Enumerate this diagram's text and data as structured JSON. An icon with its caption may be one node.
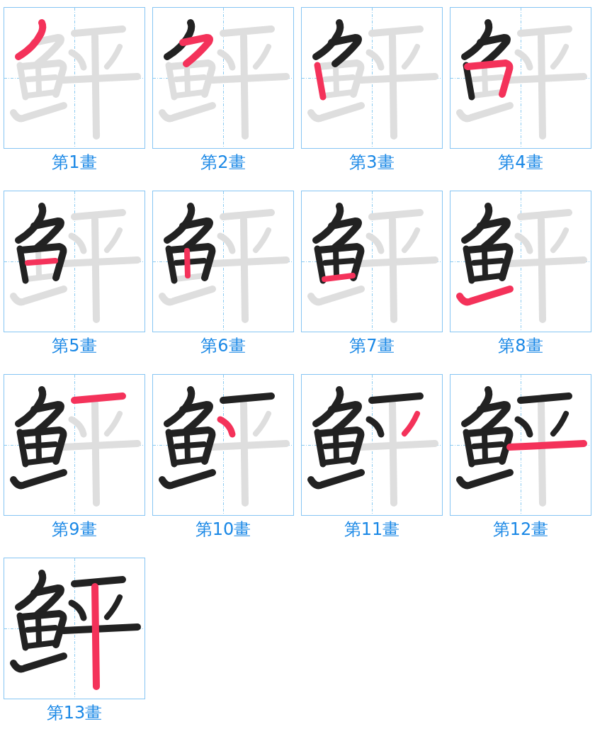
{
  "diagram": {
    "nodes": [
      {
        "text": [
          "第1畫"
        ]
      },
      {
        "text": [
          "第2畫"
        ]
      },
      {
        "text": [
          "第3畫"
        ]
      },
      {
        "text": [
          "第4畫"
        ]
      },
      {
        "text": [
          "第5畫"
        ]
      },
      {
        "text": [
          "第6畫"
        ]
      },
      {
        "text": [
          "第7畫"
        ]
      },
      {
        "text": [
          "第8畫"
        ]
      },
      {
        "text": [
          "第9畫"
        ]
      },
      {
        "text": [
          "第10畫"
        ]
      },
      {
        "text": [
          "第11畫"
        ]
      },
      {
        "text": [
          "第12畫"
        ]
      },
      {
        "text": [
          "第13畫"
        ]
      }
    ],
    "edges": []
  }
}
